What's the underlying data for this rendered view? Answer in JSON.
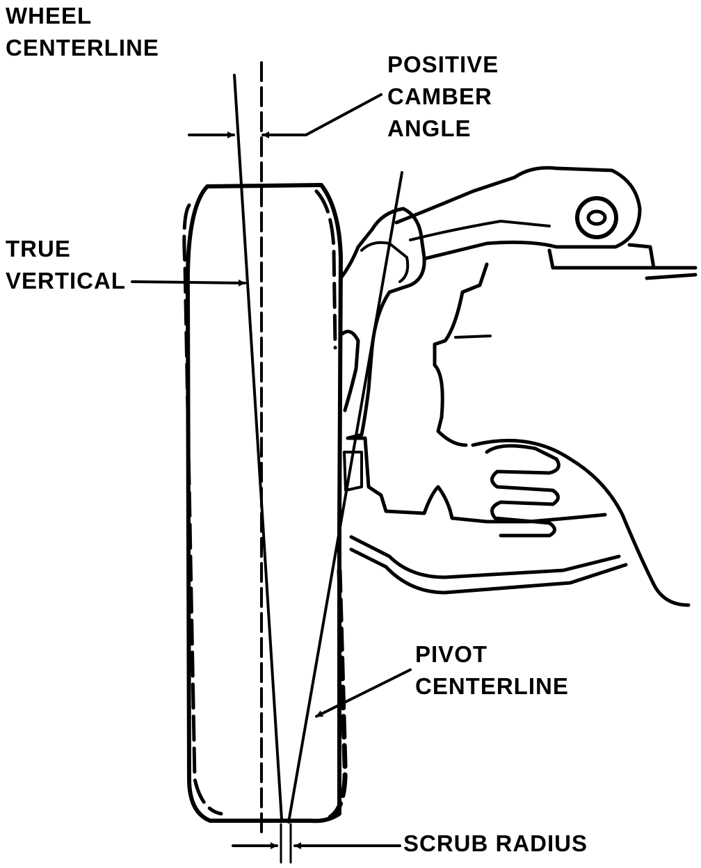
{
  "labels": {
    "wheel_centerline": [
      "WHEEL",
      "CENTERLINE"
    ],
    "positive_camber_angle": [
      "POSITIVE",
      "CAMBER",
      "ANGLE"
    ],
    "true_vertical": [
      "TRUE",
      "VERTICAL"
    ],
    "pivot_centerline": [
      "PIVOT",
      "CENTERLINE"
    ],
    "scrub_radius": "SCRUB RADIUS"
  },
  "colors": {
    "ink": "#000000",
    "background": "#ffffff"
  }
}
